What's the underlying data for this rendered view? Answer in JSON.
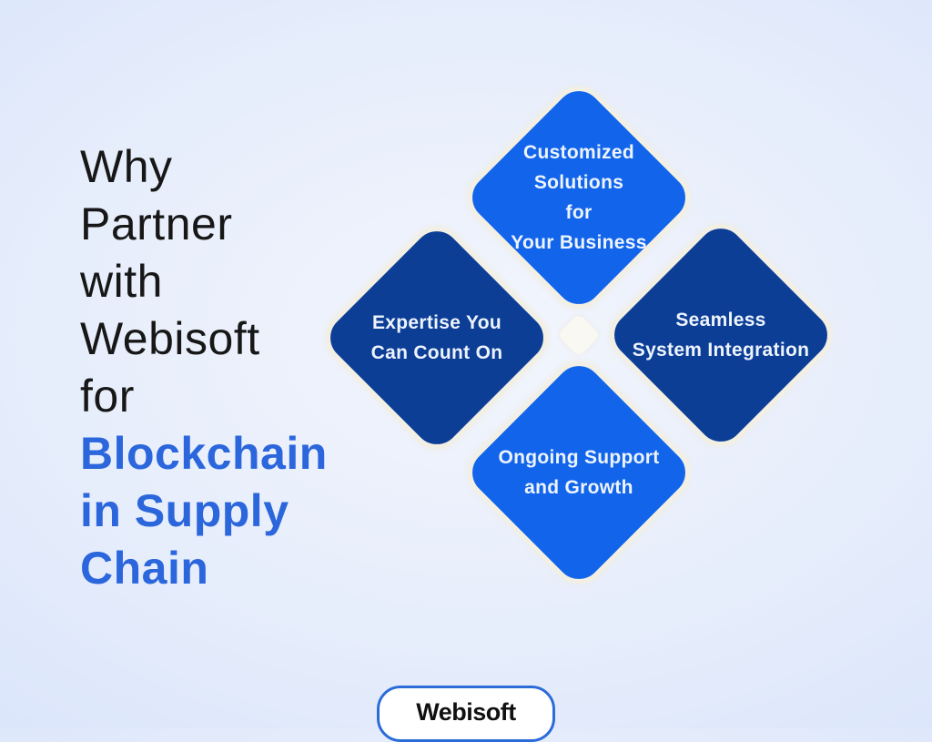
{
  "colors": {
    "bg_edge": "#d9e4fb",
    "bg_mid": "#e6edfb",
    "bg_center": "#f2f5fc",
    "heading_black": "#171717",
    "heading_blue": "#2b66dc",
    "bright_blue": "#1265ea",
    "navy_blue": "#0c3e96",
    "diamond_stroke": "#f2efe5",
    "diamond_text": "#eef4fd",
    "center_accent": "#faf8f2",
    "badge_bg": "#ffffff",
    "badge_border": "#2b6cd9",
    "badge_text": "#111111"
  },
  "heading": {
    "black_lines": [
      "Why",
      "Partner",
      "with",
      "Webisoft",
      "for"
    ],
    "blue_lines": [
      "Blockchain",
      "in Supply",
      "Chain"
    ]
  },
  "diamonds": [
    {
      "id": "customized-solutions",
      "position": "top",
      "fill": "#1265ea",
      "label": "Customized Solutions for Your Business",
      "lines": [
        "Customized",
        "Solutions",
        "for",
        "Your Business"
      ]
    },
    {
      "id": "expertise",
      "position": "left",
      "fill": "#0c3e96",
      "label": "Expertise You Can Count On",
      "lines": [
        "Expertise You",
        "Can Count On"
      ]
    },
    {
      "id": "seamless-integration",
      "position": "right",
      "fill": "#0c3e96",
      "label": "Seamless System Integration",
      "lines": [
        "Seamless",
        "System Integration"
      ]
    },
    {
      "id": "ongoing-support",
      "position": "bottom",
      "fill": "#1265ea",
      "label": "Ongoing Support and Growth",
      "lines": [
        "Ongoing Support",
        "and Growth"
      ]
    }
  ],
  "footer": {
    "brand": "Webisoft"
  }
}
